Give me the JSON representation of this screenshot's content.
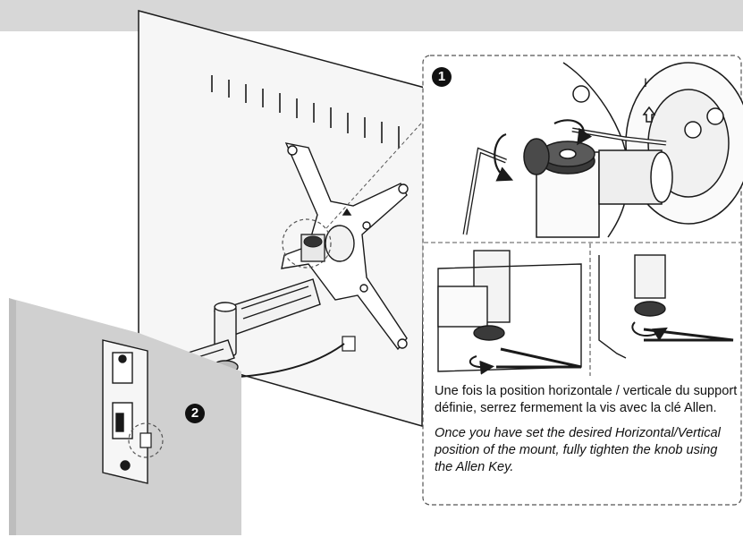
{
  "header": {
    "bar_color": "#d7d7d7"
  },
  "steps": [
    {
      "number": "1"
    },
    {
      "number": "2"
    }
  ],
  "callout": {
    "marker": "I"
  },
  "instructions": {
    "fr": "Une fois la position horizontale / verticale du support définie, serrez fermement la vis avec la clé Allen.",
    "en": "Once you have set the desired Horizontal/Vertical position of the mount, fully tighten the knob using the Allen Key."
  },
  "icons": [
    "allen-key-icon",
    "rotate-arrow-icon",
    "knob-icon",
    "up-arrow-icon"
  ],
  "colors": {
    "line": "#1a1a1a",
    "wall": "#d0d0d0",
    "panel": "#f4f4f4"
  }
}
